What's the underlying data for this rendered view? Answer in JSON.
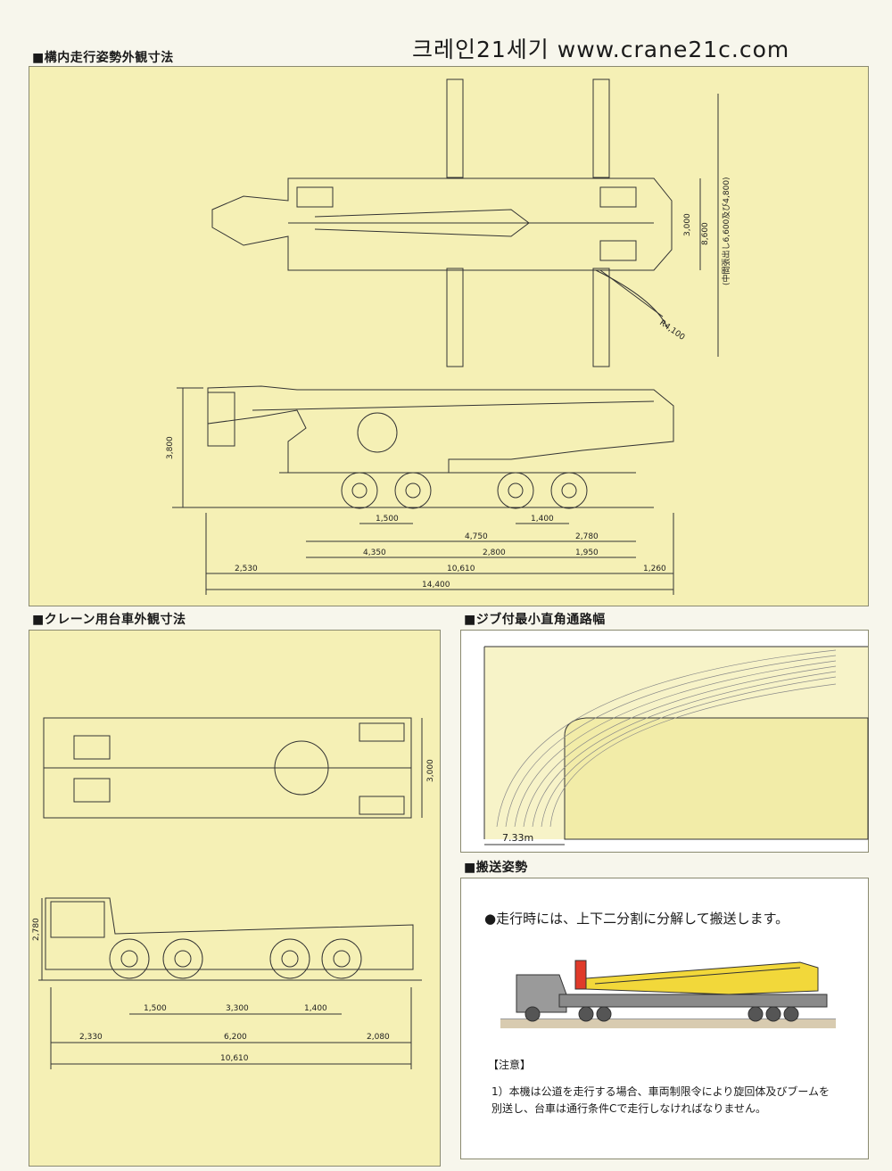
{
  "header": {
    "brand": "크레인21세기 www.crane21c.com"
  },
  "sections": {
    "travel_dims": {
      "title": "■構内走行姿勢外観寸法",
      "plan_dims": {
        "width_total": "8,600",
        "width_sub": "(中間張出し6,600及び4,800)",
        "body_width": "3,000",
        "radius": "R4,100"
      },
      "side_dims": {
        "height": "3,800",
        "row1": [
          "1,500",
          "1,400"
        ],
        "row2": [
          "4,750",
          "2,780"
        ],
        "row3": [
          "4,350",
          "2,800",
          "1,950"
        ],
        "row4": [
          "2,530",
          "10,610",
          "1,260"
        ],
        "total": "14,400"
      }
    },
    "carrier_dims": {
      "title": "■クレーン用台車外観寸法",
      "plan_width": "3,000",
      "height": "2,780",
      "row1": [
        "1,500",
        "3,300",
        "1,400"
      ],
      "row2": [
        "2,330",
        "6,200",
        "2,080"
      ],
      "total": "10,610"
    },
    "jib_width": {
      "title": "■ジブ付最小直角通路幅",
      "value": "7.33m"
    },
    "transport": {
      "title": "■搬送姿勢",
      "bullet": "●走行時には、上下二分割に分解して搬送します。",
      "note_title": "【注意】",
      "note_body": "1）本機は公道を走行する場合、車両制限令により旋回体及びブームを別送し、台車は通行条件Cで走行しなければなりません。"
    }
  },
  "colors": {
    "panel_yellow": "#f5f0b5",
    "crane_yellow": "#f2d83a",
    "hook_red": "#e03a2a",
    "line": "#333333"
  }
}
